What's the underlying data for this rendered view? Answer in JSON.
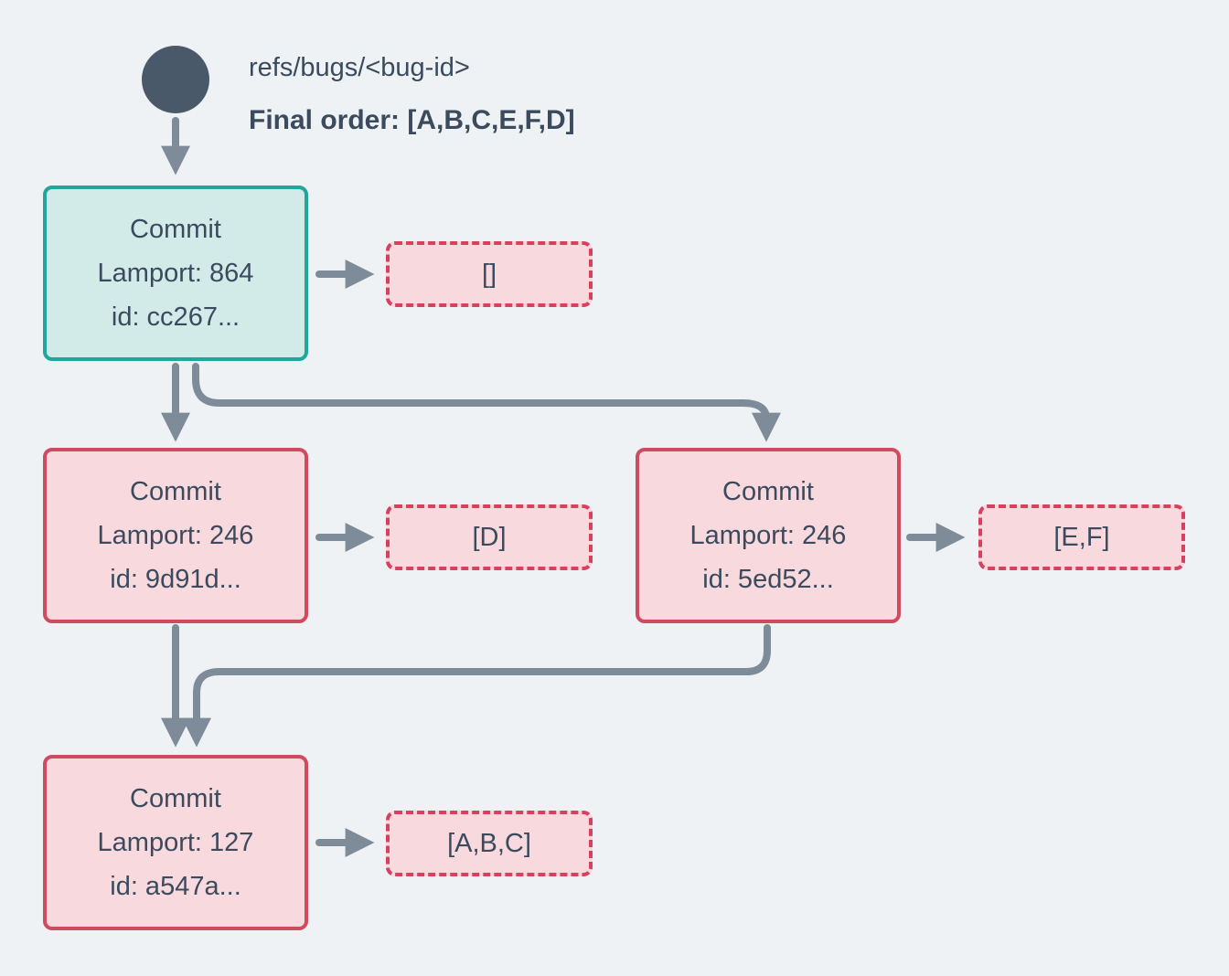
{
  "header": {
    "ref_label": "refs/bugs/<bug-id>",
    "final_order_label": "Final order: [A,B,C,E,F,D]"
  },
  "nodes": [
    {
      "name": "commit-cc267",
      "title": "Commit",
      "lamport": "Lamport: 864",
      "commit_id": "id: cc267...",
      "variant": "teal"
    },
    {
      "name": "commit-9d91d",
      "title": "Commit",
      "lamport": "Lamport: 246",
      "commit_id": "id: 9d91d...",
      "variant": "pink"
    },
    {
      "name": "commit-5ed52",
      "title": "Commit",
      "lamport": "Lamport: 246",
      "commit_id": "id: 5ed52...",
      "variant": "pink"
    },
    {
      "name": "commit-a547a",
      "title": "Commit",
      "lamport": "Lamport: 127",
      "commit_id": "id: a547a...",
      "variant": "pink"
    }
  ],
  "operation_lists": [
    {
      "for": "commit-cc267",
      "value": "[]"
    },
    {
      "for": "commit-9d91d",
      "value": "[D]"
    },
    {
      "for": "commit-5ed52",
      "value": "[E,F]"
    },
    {
      "for": "commit-a547a",
      "value": "[A,B,C]"
    }
  ],
  "edges": [
    {
      "from": "refs/bugs/<bug-id>",
      "to": "commit-cc267"
    },
    {
      "from": "commit-cc267",
      "to": "commit-9d91d"
    },
    {
      "from": "commit-cc267",
      "to": "commit-5ed52"
    },
    {
      "from": "commit-9d91d",
      "to": "commit-a547a"
    },
    {
      "from": "commit-5ed52",
      "to": "commit-a547a"
    },
    {
      "from": "commit-cc267",
      "to": "ops-empty"
    },
    {
      "from": "commit-9d91d",
      "to": "ops-d"
    },
    {
      "from": "commit-5ed52",
      "to": "ops-ef"
    },
    {
      "from": "commit-a547a",
      "to": "ops-abc"
    }
  ],
  "colors": {
    "background": "#eff2f5",
    "text": "#3b4b5d",
    "arrow": "#7e8c9a",
    "ref_dot": "#4a5969",
    "teal_border": "#21a69c",
    "teal_fill": "#d2ebe9",
    "pink_border": "#d04a60",
    "pink_fill": "#f8d9de",
    "dashed_border": "#d5415e"
  }
}
